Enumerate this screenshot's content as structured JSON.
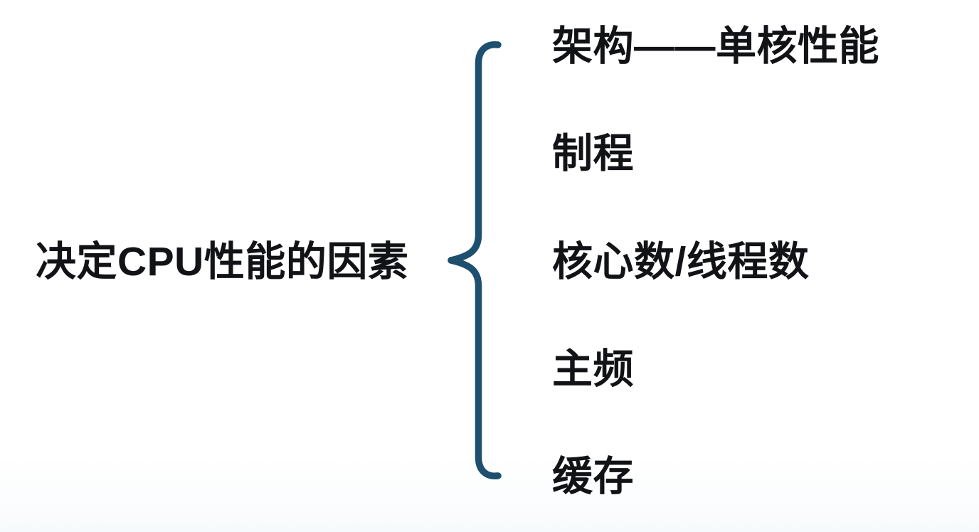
{
  "diagram": {
    "type": "brace-list",
    "root": {
      "label": "决定CPU性能的因素"
    },
    "brace": {
      "name": "curly-brace",
      "orientation": "opens-right",
      "color": "#1d4f6e",
      "stroke_width": 9
    },
    "branches": [
      {
        "label": "架构——单核性能"
      },
      {
        "label": "制程"
      },
      {
        "label": "核心数/线程数"
      },
      {
        "label": "主频"
      },
      {
        "label": "缓存"
      }
    ],
    "colors": {
      "background": "#fdfdfe",
      "text": "#111317",
      "brace": "#1d4f6e"
    }
  }
}
